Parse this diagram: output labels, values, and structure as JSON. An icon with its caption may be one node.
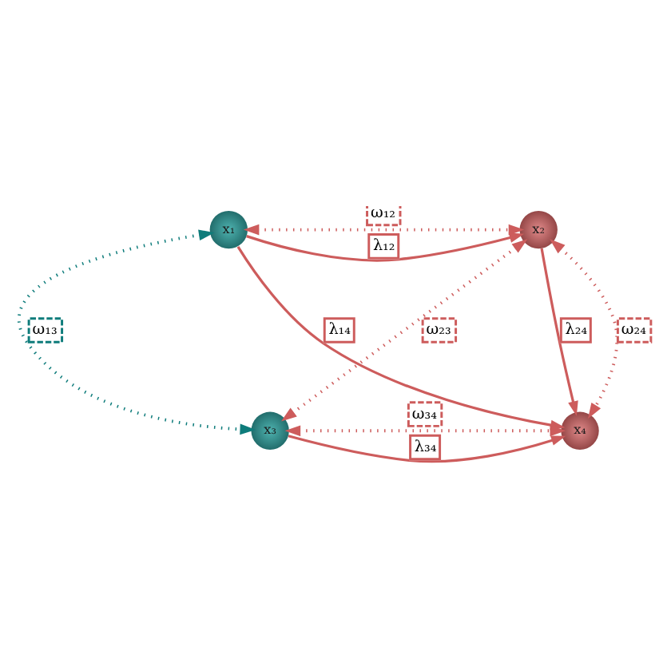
{
  "diagram": {
    "nodes": [
      {
        "text": [
          "x₁"
        ]
      },
      {
        "text": [
          "x₂"
        ]
      },
      {
        "text": [
          "x₃"
        ]
      },
      {
        "text": [
          "x₄"
        ]
      }
    ],
    "edges": [
      {
        "from": 0,
        "to": 1,
        "arrow": "to",
        "label": "λ₁₂"
      },
      {
        "from": 0,
        "to": 1,
        "arrow": "both",
        "label": "ω₁₂",
        "style": "dashed"
      },
      {
        "from": 0,
        "to": 3,
        "arrow": "to",
        "label": "λ₁₄"
      },
      {
        "from": 0,
        "to": 2,
        "arrow": "both",
        "label": "ω₁₃",
        "style": "dashed",
        "color": "#0e7c7b"
      },
      {
        "from": 1,
        "to": 2,
        "arrow": "both",
        "label": "ω₂₃",
        "style": "dashed"
      },
      {
        "from": 1,
        "to": 3,
        "arrow": "to",
        "label": "λ₂₄"
      },
      {
        "from": 1,
        "to": 3,
        "arrow": "both",
        "label": "ω₂₄",
        "style": "dashed"
      },
      {
        "from": 2,
        "to": 3,
        "arrow": "to",
        "label": "λ₃₄"
      },
      {
        "from": 2,
        "to": 3,
        "arrow": "both",
        "label": "ω₃₄",
        "style": "dashed"
      }
    ]
  }
}
